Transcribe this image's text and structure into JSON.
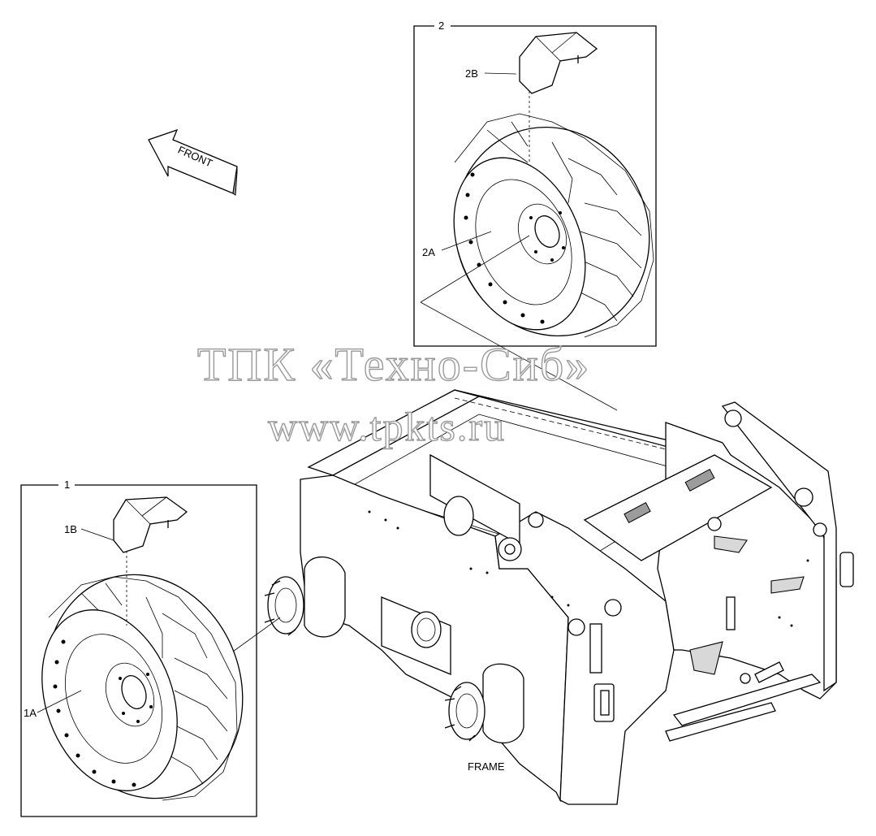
{
  "callouts": {
    "group2": "2",
    "part2b": "2B",
    "part2a": "2A",
    "group1": "1",
    "part1b": "1B",
    "part1a": "1A"
  },
  "front_arrow_label": "FRONT",
  "frame_label": "FRAME",
  "watermark": {
    "line1": "ТПК «Техно-Сиб»",
    "line2": "www.tpkts.ru"
  }
}
